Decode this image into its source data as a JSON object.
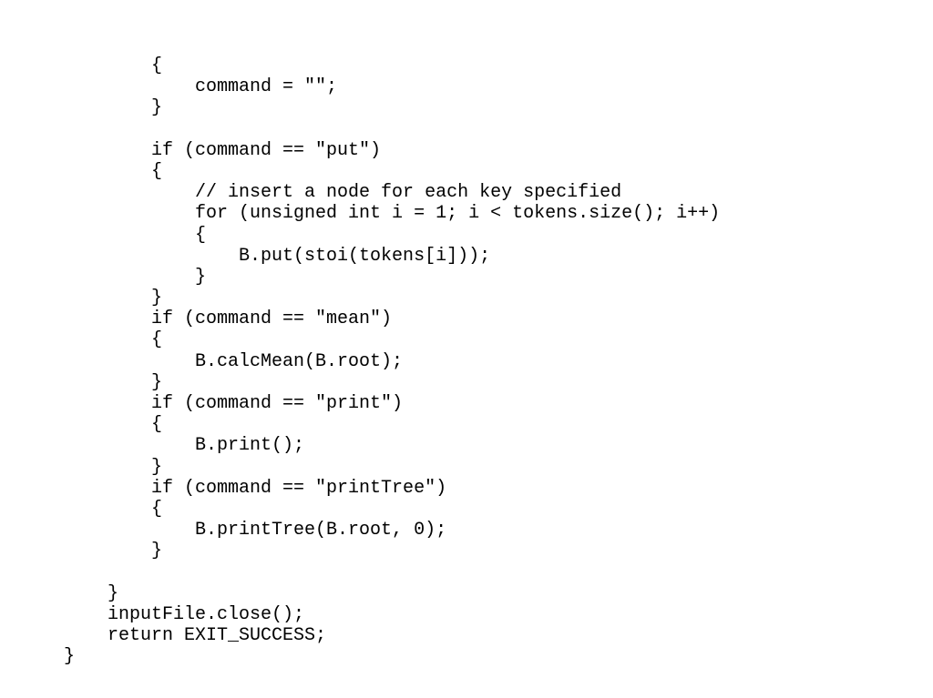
{
  "code": {
    "lines": [
      "        {",
      "            command = \"\";",
      "        }",
      "",
      "        if (command == \"put\")",
      "        {",
      "            // insert a node for each key specified",
      "            for (unsigned int i = 1; i < tokens.size(); i++)",
      "            {",
      "                B.put(stoi(tokens[i]));",
      "            }",
      "        }",
      "        if (command == \"mean\")",
      "        {",
      "            B.calcMean(B.root);",
      "        }",
      "        if (command == \"print\")",
      "        {",
      "            B.print();",
      "        }",
      "        if (command == \"printTree\")",
      "        {",
      "            B.printTree(B.root, 0);",
      "        }",
      "",
      "    }",
      "    inputFile.close();",
      "    return EXIT_SUCCESS;",
      "}"
    ]
  },
  "colors": {
    "background": "#ffffff",
    "text": "#000000"
  }
}
